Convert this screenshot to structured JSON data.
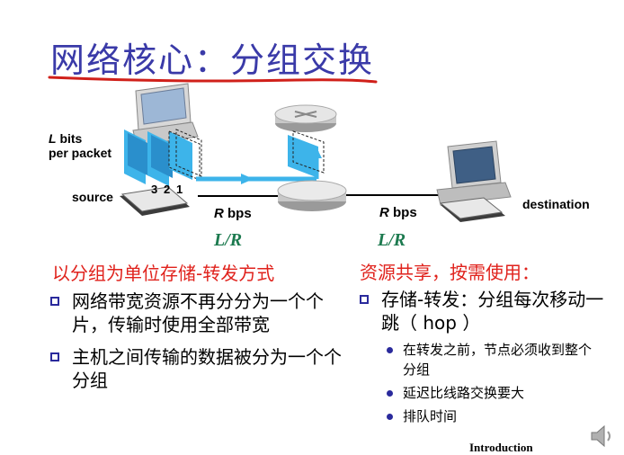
{
  "title": "网络核心：分组交换",
  "diagram": {
    "packet_label": "L bits\nper packet",
    "packet_label_l": "L",
    "packet_label_bits": " bits",
    "packet_label_line2": "per packet",
    "packet_numbers": [
      "3",
      "2",
      "1"
    ],
    "source_label": "source",
    "destination_label": "destination",
    "rate_left_r": "R",
    "rate_left_unit": " bps",
    "rate_right_r": "R",
    "rate_right_unit": " bps",
    "delay_left": "L/R",
    "delay_right": "L/R"
  },
  "left_column": {
    "heading": "以分组为单位存储-转发方式",
    "bullets": [
      "网络带宽资源不再分分为一个个片，传输时使用全部带宽",
      "主机之间传输的数据被分为一个个分组"
    ]
  },
  "right_column": {
    "heading": "资源共享，按需使用：",
    "bullet": "存储-转发：分组每次移动一跳（ hop ）",
    "sub_bullets": [
      "在转发之前，节点必须收到整个分组",
      "延迟比线路交换要大",
      "排队时间"
    ]
  },
  "footer": "Introduction",
  "colors": {
    "title": "#3a3aa8",
    "underline": "#d0201a",
    "heading_red": "#e0221c",
    "delay_green": "#1c7a4f",
    "packet_blue": "#3db4ea",
    "bullet_blue": "#2a2a9c"
  },
  "icons": [
    "computer-icon",
    "router-icon",
    "keyboard-icon",
    "speaker-icon"
  ]
}
